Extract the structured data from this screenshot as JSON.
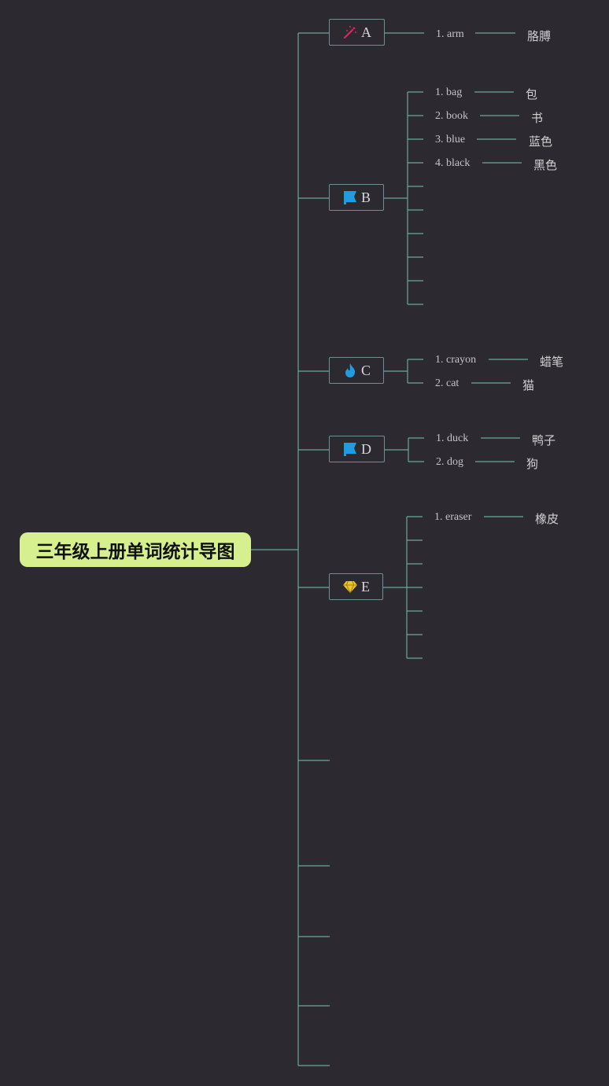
{
  "root": {
    "title": "三年级上册单词统计导图"
  },
  "branches": [
    {
      "letter": "A",
      "icon": "magic-wand-icon",
      "words": [
        {
          "en": "1. arm",
          "zh": "胳膊"
        }
      ]
    },
    {
      "letter": "B",
      "icon": "flag-icon",
      "words": [
        {
          "en": "1. bag",
          "zh": "包"
        },
        {
          "en": "2. book",
          "zh": "书"
        },
        {
          "en": "3. blue",
          "zh": "蓝色"
        },
        {
          "en": "4. black",
          "zh": "黑色"
        }
      ]
    },
    {
      "letter": "C",
      "icon": "flame-icon",
      "words": [
        {
          "en": "1. crayon",
          "zh": "蜡笔"
        },
        {
          "en": "2. cat",
          "zh": "猫"
        }
      ]
    },
    {
      "letter": "D",
      "icon": "flag-icon",
      "words": [
        {
          "en": "1. duck",
          "zh": "鸭子"
        },
        {
          "en": "2. dog",
          "zh": "狗"
        }
      ]
    },
    {
      "letter": "E",
      "icon": "diamond-icon",
      "words": [
        {
          "en": "1. eraser",
          "zh": "橡皮"
        }
      ]
    }
  ],
  "colors": {
    "background": "#2d2930",
    "connector": "#6aa79c",
    "root_fill": "#d6f08f",
    "flag": "#1e9ee0",
    "flame": "#1e9ee0",
    "diamond": "#e9c62c",
    "wand": "#e0245e"
  }
}
